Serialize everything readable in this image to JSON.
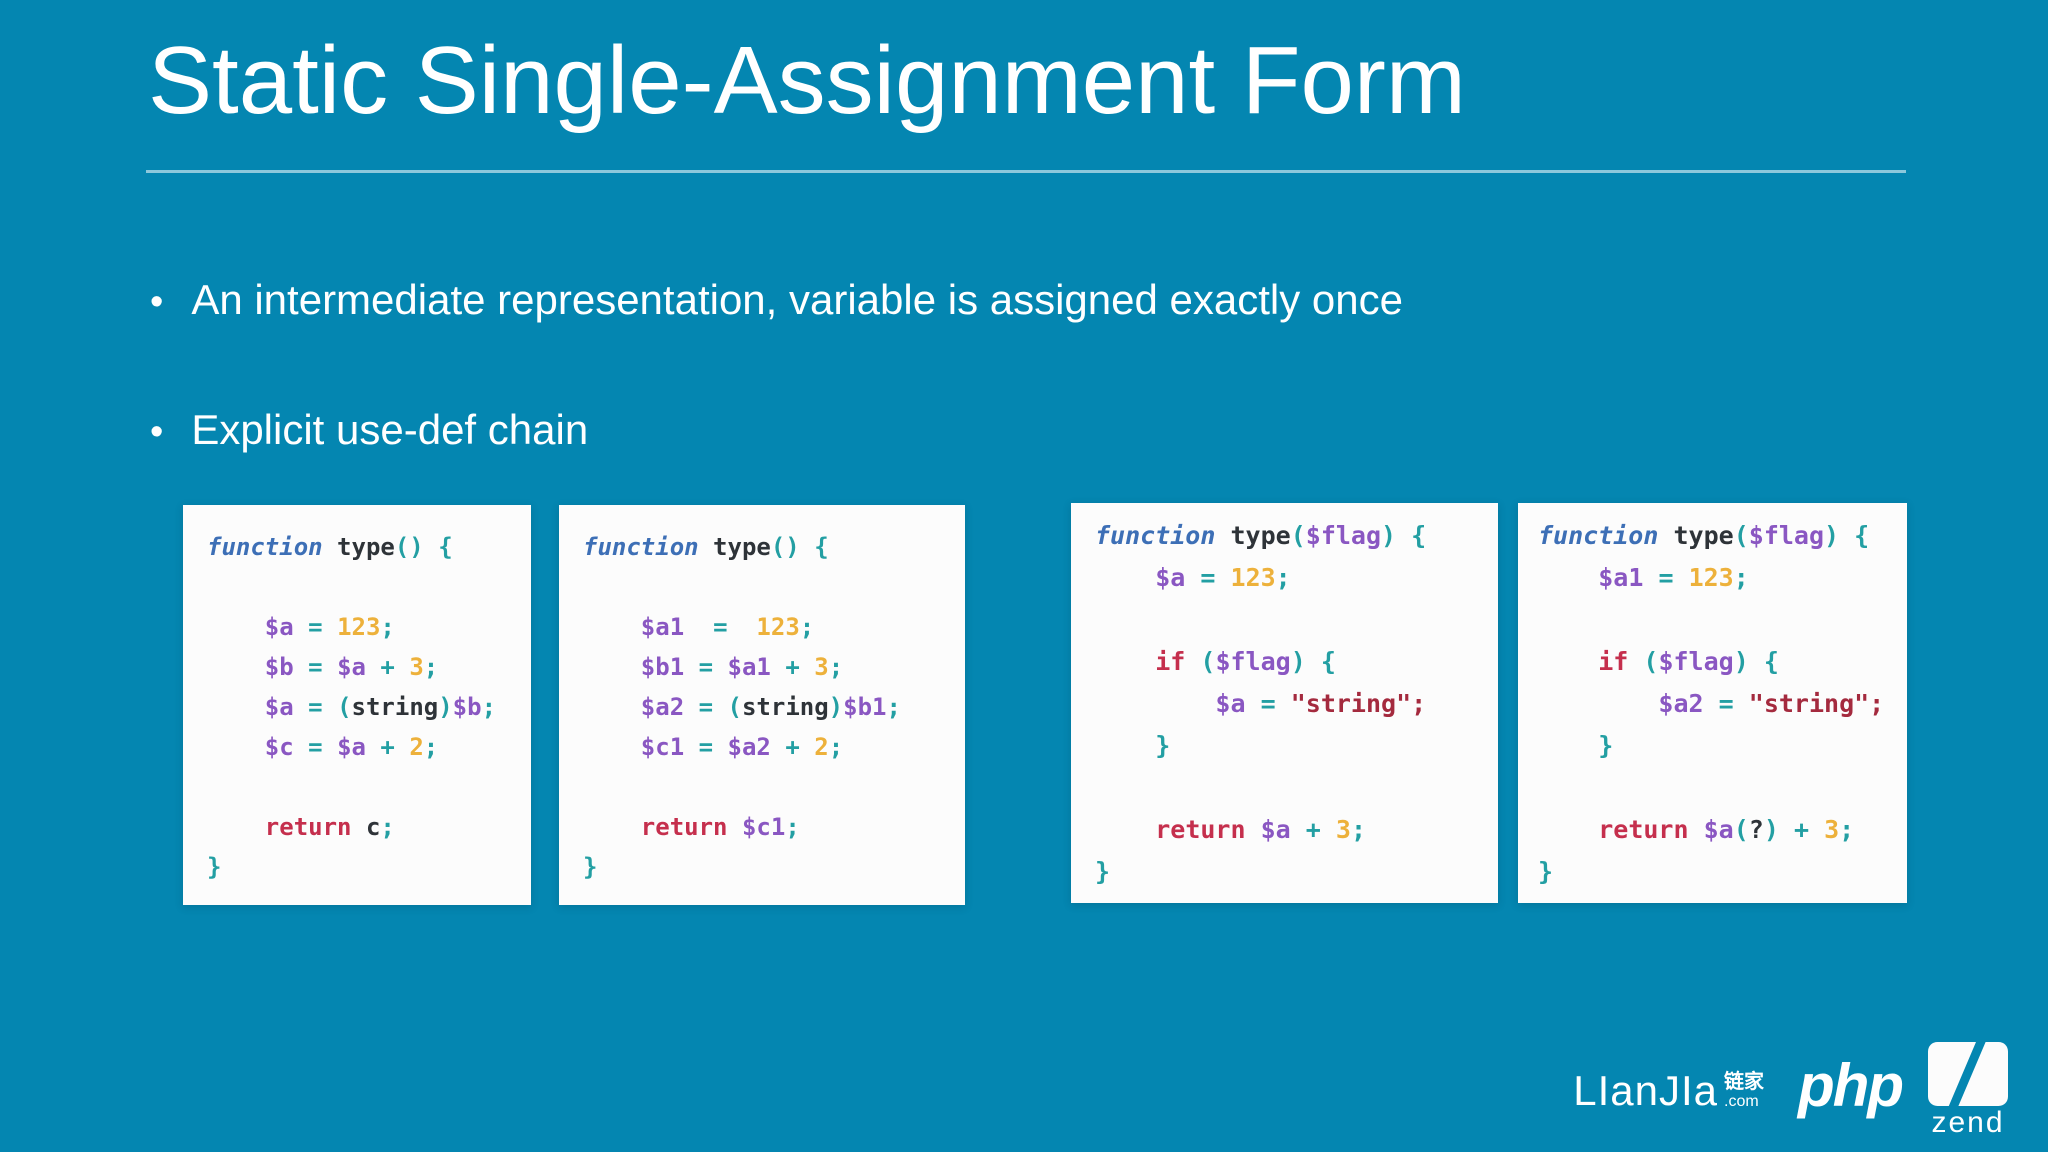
{
  "slide": {
    "title": "Static Single-Assignment Form",
    "bullets": [
      "An intermediate representation, variable is assigned exactly once",
      "Explicit use-def chain"
    ],
    "bullet_glyph": "•"
  },
  "colors": {
    "background": "#0486B1",
    "card_background": "#FCFCFC",
    "title_text": "#FFFFFF",
    "rule": "rgba(255,255,255,0.55)",
    "keyword_blue": "#3D6FB6",
    "variable_purple": "#8A57C2",
    "punctuation_teal": "#239FA3",
    "number_gold": "#EDB13B",
    "keyword_crimson": "#C52F4D",
    "string_red": "#A42A3E",
    "plain_dark": "#2E3338"
  },
  "code_blocks": [
    {
      "lines": [
        [
          [
            "kw",
            "function"
          ],
          [
            "pl",
            " "
          ],
          [
            "nm",
            "type"
          ],
          [
            "pn",
            "()"
          ],
          [
            "pl",
            " "
          ],
          [
            "pn",
            "{"
          ]
        ],
        [],
        [
          [
            "pl",
            "    "
          ],
          [
            "vr",
            "$a"
          ],
          [
            "pl",
            " "
          ],
          [
            "pn",
            "="
          ],
          [
            "pl",
            " "
          ],
          [
            "nu",
            "123"
          ],
          [
            "pn",
            ";"
          ]
        ],
        [
          [
            "pl",
            "    "
          ],
          [
            "vr",
            "$b"
          ],
          [
            "pl",
            " "
          ],
          [
            "pn",
            "="
          ],
          [
            "pl",
            " "
          ],
          [
            "vr",
            "$a"
          ],
          [
            "pl",
            " "
          ],
          [
            "pn",
            "+"
          ],
          [
            "pl",
            " "
          ],
          [
            "nu",
            "3"
          ],
          [
            "pn",
            ";"
          ]
        ],
        [
          [
            "pl",
            "    "
          ],
          [
            "vr",
            "$a"
          ],
          [
            "pl",
            " "
          ],
          [
            "pn",
            "="
          ],
          [
            "pl",
            " "
          ],
          [
            "pn",
            "("
          ],
          [
            "nm",
            "string"
          ],
          [
            "pn",
            ")"
          ],
          [
            "vr",
            "$b"
          ],
          [
            "pn",
            ";"
          ]
        ],
        [
          [
            "pl",
            "    "
          ],
          [
            "vr",
            "$c"
          ],
          [
            "pl",
            " "
          ],
          [
            "pn",
            "="
          ],
          [
            "pl",
            " "
          ],
          [
            "vr",
            "$a"
          ],
          [
            "pl",
            " "
          ],
          [
            "pn",
            "+"
          ],
          [
            "pl",
            " "
          ],
          [
            "nu",
            "2"
          ],
          [
            "pn",
            ";"
          ]
        ],
        [],
        [
          [
            "pl",
            "    "
          ],
          [
            "rt",
            "return"
          ],
          [
            "pl",
            " "
          ],
          [
            "nm",
            "c"
          ],
          [
            "pn",
            ";"
          ]
        ],
        [
          [
            "pn",
            "}"
          ]
        ]
      ]
    },
    {
      "lines": [
        [
          [
            "kw",
            "function"
          ],
          [
            "pl",
            " "
          ],
          [
            "nm",
            "type"
          ],
          [
            "pn",
            "()"
          ],
          [
            "pl",
            " "
          ],
          [
            "pn",
            "{"
          ]
        ],
        [],
        [
          [
            "pl",
            "    "
          ],
          [
            "vr",
            "$a1"
          ],
          [
            "pl",
            "  "
          ],
          [
            "pn",
            "="
          ],
          [
            "pl",
            "  "
          ],
          [
            "nu",
            "123"
          ],
          [
            "pn",
            ";"
          ]
        ],
        [
          [
            "pl",
            "    "
          ],
          [
            "vr",
            "$b1"
          ],
          [
            "pl",
            " "
          ],
          [
            "pn",
            "="
          ],
          [
            "pl",
            " "
          ],
          [
            "vr",
            "$a1"
          ],
          [
            "pl",
            " "
          ],
          [
            "pn",
            "+"
          ],
          [
            "pl",
            " "
          ],
          [
            "nu",
            "3"
          ],
          [
            "pn",
            ";"
          ]
        ],
        [
          [
            "pl",
            "    "
          ],
          [
            "vr",
            "$a2"
          ],
          [
            "pl",
            " "
          ],
          [
            "pn",
            "="
          ],
          [
            "pl",
            " "
          ],
          [
            "pn",
            "("
          ],
          [
            "nm",
            "string"
          ],
          [
            "pn",
            ")"
          ],
          [
            "vr",
            "$b1"
          ],
          [
            "pn",
            ";"
          ]
        ],
        [
          [
            "pl",
            "    "
          ],
          [
            "vr",
            "$c1"
          ],
          [
            "pl",
            " "
          ],
          [
            "pn",
            "="
          ],
          [
            "pl",
            " "
          ],
          [
            "vr",
            "$a2"
          ],
          [
            "pl",
            " "
          ],
          [
            "pn",
            "+"
          ],
          [
            "pl",
            " "
          ],
          [
            "nu",
            "2"
          ],
          [
            "pn",
            ";"
          ]
        ],
        [],
        [
          [
            "pl",
            "    "
          ],
          [
            "rt",
            "return"
          ],
          [
            "pl",
            " "
          ],
          [
            "vr",
            "$c1"
          ],
          [
            "pn",
            ";"
          ]
        ],
        [
          [
            "pn",
            "}"
          ]
        ]
      ]
    },
    {
      "lines": [
        [
          [
            "kw",
            "function"
          ],
          [
            "pl",
            " "
          ],
          [
            "nm",
            "type"
          ],
          [
            "pn",
            "("
          ],
          [
            "vr",
            "$flag"
          ],
          [
            "pn",
            ")"
          ],
          [
            "pl",
            " "
          ],
          [
            "pn",
            "{"
          ]
        ],
        [
          [
            "pl",
            "    "
          ],
          [
            "vr",
            "$a"
          ],
          [
            "pl",
            " "
          ],
          [
            "pn",
            "="
          ],
          [
            "pl",
            " "
          ],
          [
            "nu",
            "123"
          ],
          [
            "pn",
            ";"
          ]
        ],
        [],
        [
          [
            "pl",
            "    "
          ],
          [
            "rt",
            "if"
          ],
          [
            "pl",
            " "
          ],
          [
            "pn",
            "("
          ],
          [
            "vr",
            "$flag"
          ],
          [
            "pn",
            ")"
          ],
          [
            "pl",
            " "
          ],
          [
            "pn",
            "{"
          ]
        ],
        [
          [
            "pl",
            "        "
          ],
          [
            "vr",
            "$a"
          ],
          [
            "pl",
            " "
          ],
          [
            "pn",
            "="
          ],
          [
            "pl",
            " "
          ],
          [
            "st",
            "\"string\";"
          ]
        ],
        [
          [
            "pl",
            "    "
          ],
          [
            "pn",
            "}"
          ]
        ],
        [],
        [
          [
            "pl",
            "    "
          ],
          [
            "rt",
            "return"
          ],
          [
            "pl",
            " "
          ],
          [
            "vr",
            "$a"
          ],
          [
            "pl",
            " "
          ],
          [
            "pn",
            "+"
          ],
          [
            "pl",
            " "
          ],
          [
            "nu",
            "3"
          ],
          [
            "pn",
            ";"
          ]
        ],
        [
          [
            "pn",
            "}"
          ]
        ]
      ]
    },
    {
      "lines": [
        [
          [
            "kw",
            "function"
          ],
          [
            "pl",
            " "
          ],
          [
            "nm",
            "type"
          ],
          [
            "pn",
            "("
          ],
          [
            "vr",
            "$flag"
          ],
          [
            "pn",
            ")"
          ],
          [
            "pl",
            " "
          ],
          [
            "pn",
            "{"
          ]
        ],
        [
          [
            "pl",
            "    "
          ],
          [
            "vr",
            "$a1"
          ],
          [
            "pl",
            " "
          ],
          [
            "pn",
            "="
          ],
          [
            "pl",
            " "
          ],
          [
            "nu",
            "123"
          ],
          [
            "pn",
            ";"
          ]
        ],
        [],
        [
          [
            "pl",
            "    "
          ],
          [
            "rt",
            "if"
          ],
          [
            "pl",
            " "
          ],
          [
            "pn",
            "("
          ],
          [
            "vr",
            "$flag"
          ],
          [
            "pn",
            ")"
          ],
          [
            "pl",
            " "
          ],
          [
            "pn",
            "{"
          ]
        ],
        [
          [
            "pl",
            "        "
          ],
          [
            "vr",
            "$a2"
          ],
          [
            "pl",
            " "
          ],
          [
            "pn",
            "="
          ],
          [
            "pl",
            " "
          ],
          [
            "st",
            "\"string\";"
          ]
        ],
        [
          [
            "pl",
            "    "
          ],
          [
            "pn",
            "}"
          ]
        ],
        [],
        [
          [
            "pl",
            "    "
          ],
          [
            "rt",
            "return"
          ],
          [
            "pl",
            " "
          ],
          [
            "vr",
            "$a"
          ],
          [
            "pn",
            "("
          ],
          [
            "nm",
            "?"
          ],
          [
            "pn",
            ")"
          ],
          [
            "pl",
            " "
          ],
          [
            "pn",
            "+"
          ],
          [
            "pl",
            " "
          ],
          [
            "nu",
            "3"
          ],
          [
            "pn",
            ";"
          ]
        ],
        [
          [
            "pn",
            "}"
          ]
        ]
      ]
    }
  ],
  "footer": {
    "lianjia_label": "LIanJIa",
    "lianjia_cn": "链家",
    "lianjia_com": ".com",
    "php_label": "php",
    "zend_label": "zend"
  }
}
